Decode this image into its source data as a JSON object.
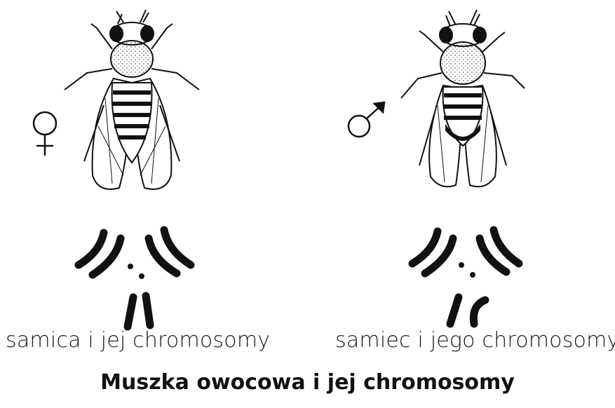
{
  "female": {
    "caption": "samica i jej chromosomy",
    "symbol": "female-symbol-icon"
  },
  "male": {
    "caption": "samiec i jego chromosomy",
    "symbol": "male-symbol-icon"
  },
  "title": "Muszka owocowa i jej chromosomy",
  "colors": {
    "ink": "#111111",
    "background": "#ffffff"
  }
}
